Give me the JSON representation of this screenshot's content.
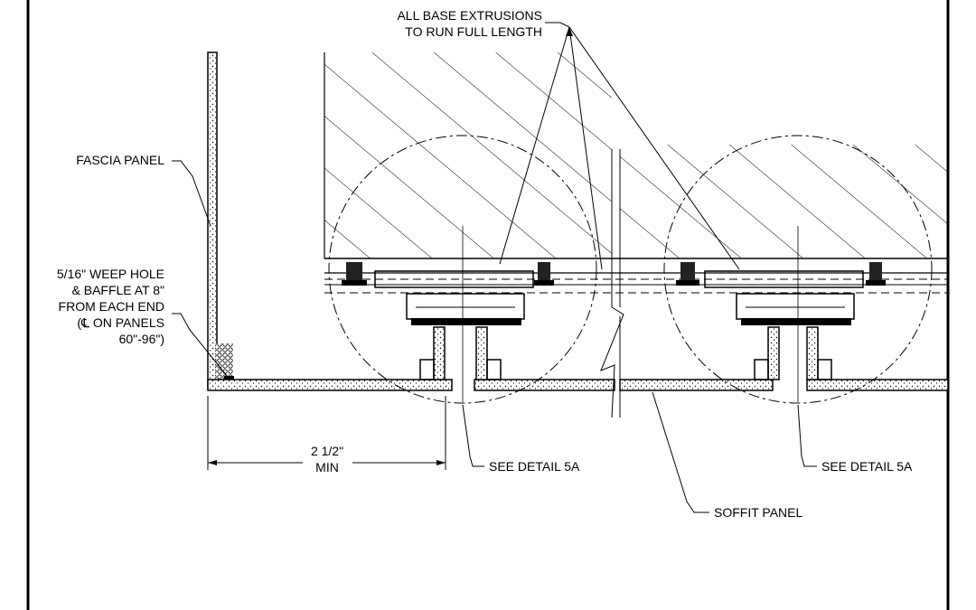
{
  "labels": {
    "base_extrusions_line1": "ALL BASE EXTRUSIONS",
    "base_extrusions_line2": "TO RUN FULL LENGTH",
    "fascia_panel": "FASCIA PANEL",
    "weep_line1": "5/16\" WEEP HOLE",
    "weep_line2": "& BAFFLE AT 8\"",
    "weep_line3": "FROM EACH END",
    "weep_line4": "(℄ ON PANELS",
    "weep_line5": "60\"-96\")",
    "dimension_value": "2 1/2\"",
    "dimension_min": "MIN",
    "see_detail_left": "SEE DETAIL 5A",
    "see_detail_right": "SEE DETAIL 5A",
    "soffit_panel": "SOFFIT PANEL"
  }
}
